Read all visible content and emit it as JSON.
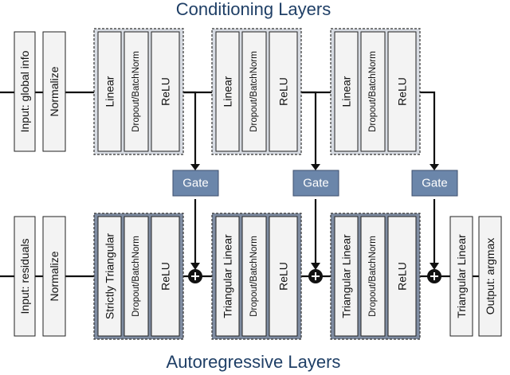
{
  "titles": {
    "top": "Conditioning Layers",
    "bottom": "Autoregressive Layers"
  },
  "conditioning": {
    "input": "Input: global info",
    "normalize": "Normalize",
    "blocks": [
      [
        "Linear",
        "Dropout/BatchNorm",
        "ReLU"
      ],
      [
        "Linear",
        "Dropout/BatchNorm",
        "ReLU"
      ],
      [
        "Linear",
        "Dropout/BatchNorm",
        "ReLU"
      ]
    ]
  },
  "gates": [
    "Gate",
    "Gate",
    "Gate"
  ],
  "autoregressive": {
    "input": "Input: residuals",
    "normalize": "Normalize",
    "blocks": [
      [
        "Strictly Triangular",
        "Dropout/BatchNorm",
        "ReLU"
      ],
      [
        "Triangular Linear",
        "Dropout/BatchNorm",
        "ReLU"
      ],
      [
        "Triangular Linear",
        "Dropout/BatchNorm",
        "ReLU"
      ]
    ],
    "final": "Triangular Linear",
    "output": "Output: argmax"
  },
  "colors": {
    "title": "#1f3f66",
    "conditioning_group": "#d7dbe2",
    "autoregressive_group": "#7f8ca1",
    "gate": "#6b86aa",
    "box": "#f3f3f3"
  }
}
